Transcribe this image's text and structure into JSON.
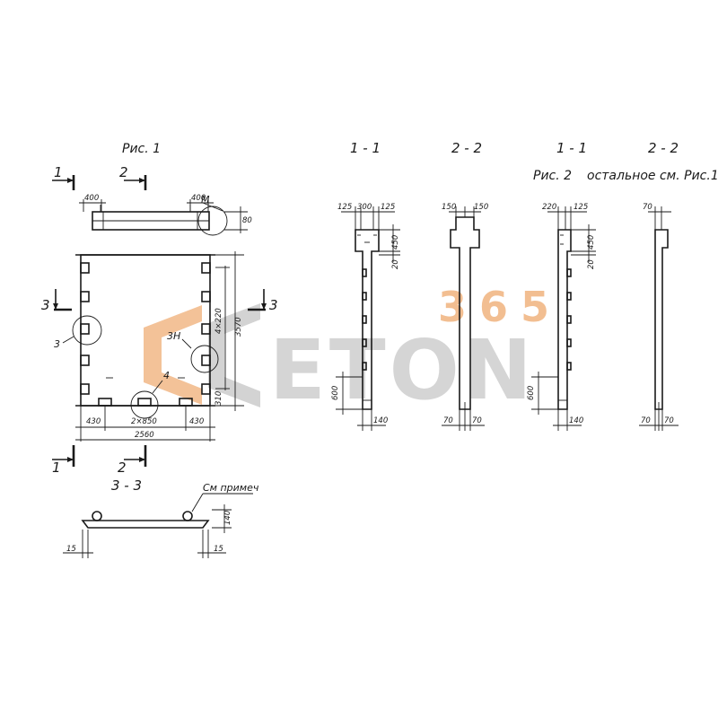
{
  "figures": {
    "fig1_caption": "Рис. 1",
    "fig2_caption": "Рис. 2",
    "fig2_note": "остальное см. Рис.1"
  },
  "section_marks": {
    "cut_1": "1",
    "cut_2": "2",
    "cut_3": "3"
  },
  "section_titles": {
    "s1_a": "1 - 1",
    "s2_a": "2 - 2",
    "s1_b": "1 - 1",
    "s2_b": "2 - 2",
    "s3": "3 - 3"
  },
  "callouts": {
    "m": "М",
    "three": "3",
    "three_h": "3Н",
    "four": "4",
    "note": "См примеч"
  },
  "plan_dims": {
    "top_left": "400",
    "top_right": "400",
    "right_top": "80",
    "right_pitch": "4×220",
    "right_total": "3570",
    "right_bottom": "310",
    "bottom_left": "430",
    "bottom_mid": "2×850",
    "bottom_right": "430",
    "bottom_total": "2560"
  },
  "sec1a_dims": {
    "a": "125",
    "b": "300",
    "c": "125",
    "d": "450",
    "e": "20",
    "f": "600",
    "g": "140"
  },
  "sec2a_dims": {
    "a": "150",
    "b": "150",
    "c": "70",
    "d": "70"
  },
  "sec1b_dims": {
    "a": "220",
    "b": "125",
    "c": "450",
    "d": "20",
    "e": "600",
    "f": "140"
  },
  "sec2b_dims": {
    "a": "70",
    "b": "70",
    "c": "70"
  },
  "sec3_dims": {
    "h": "140",
    "l": "15",
    "r": "15"
  },
  "watermark": {
    "word": "ETON",
    "number": "365",
    "grey": "#c8c8c8",
    "orange": "#f0b37e"
  }
}
